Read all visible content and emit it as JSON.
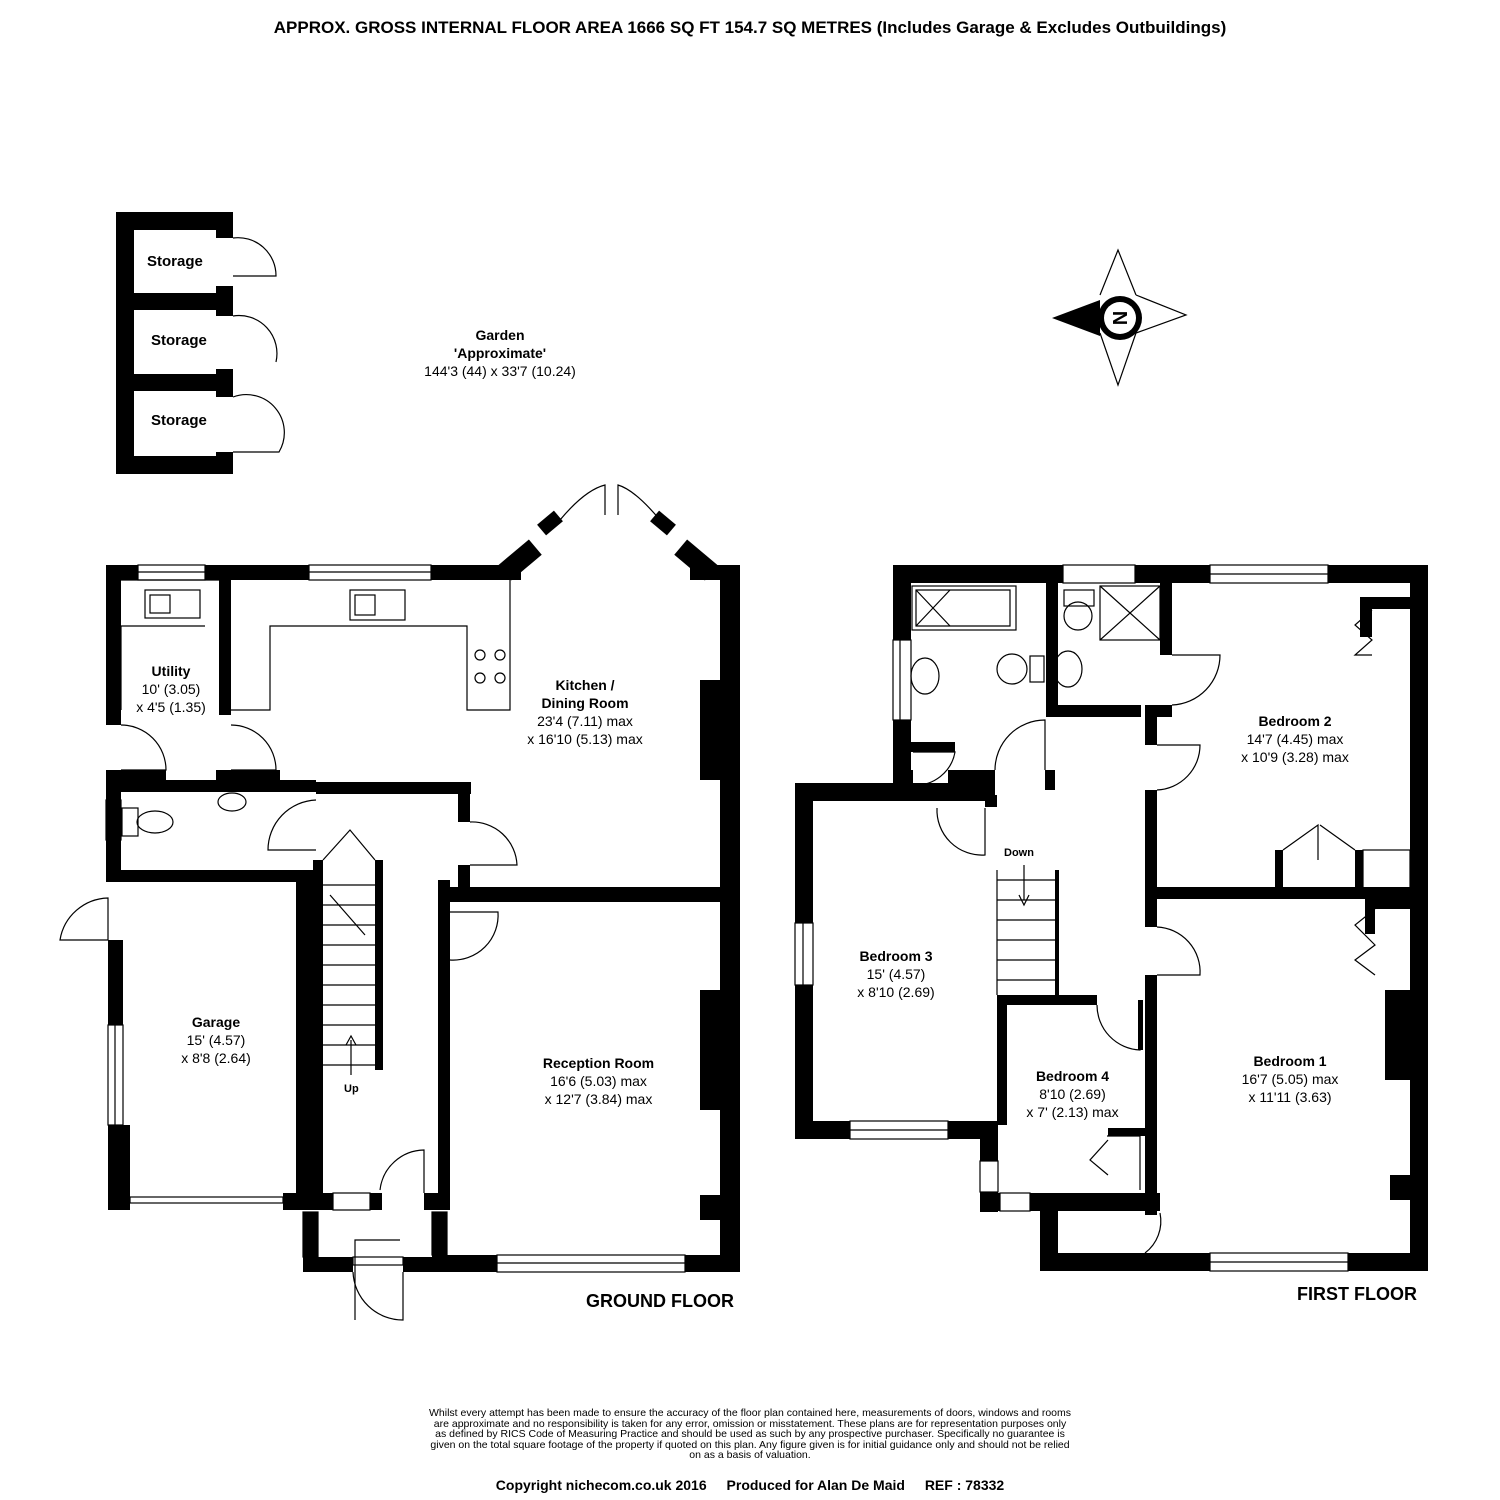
{
  "header": "APPROX. GROSS INTERNAL FLOOR AREA 1666 SQ FT 154.7 SQ METRES (Includes Garage & Excludes Outbuildings)",
  "compass": {
    "letter": "N"
  },
  "outbuildings": [
    "Storage",
    "Storage",
    "Storage"
  ],
  "garden": {
    "name": "Garden",
    "sub": "'Approximate'",
    "dims": "144'3 (44) x 33'7 (10.24)"
  },
  "ground_floor": {
    "label": "GROUND FLOOR",
    "rooms": {
      "utility": {
        "name": "Utility",
        "l1": "10' (3.05)",
        "l2": "x 4'5 (1.35)"
      },
      "kitchen": {
        "name1": "Kitchen /",
        "name2": "Dining Room",
        "l1": "23'4 (7.11) max",
        "l2": "x 16'10 (5.13) max"
      },
      "garage": {
        "name": "Garage",
        "l1": "15' (4.57)",
        "l2": "x 8'8 (2.64)"
      },
      "reception": {
        "name": "Reception Room",
        "l1": "16'6 (5.03) max",
        "l2": "x 12'7 (3.84) max"
      }
    },
    "stairs": "Up"
  },
  "first_floor": {
    "label": "FIRST FLOOR",
    "rooms": {
      "bedroom2": {
        "name": "Bedroom 2",
        "l1": "14'7 (4.45) max",
        "l2": "x 10'9 (3.28) max"
      },
      "bedroom3": {
        "name": "Bedroom 3",
        "l1": "15' (4.57)",
        "l2": "x 8'10 (2.69)"
      },
      "bedroom4": {
        "name": "Bedroom 4",
        "l1": "8'10 (2.69)",
        "l2": "x 7' (2.13) max"
      },
      "bedroom1": {
        "name": "Bedroom 1",
        "l1": "16'7 (5.05) max",
        "l2": "x 11'11 (3.63)"
      }
    },
    "stairs": "Down"
  },
  "disclaimer": [
    "Whilst every attempt has been made to ensure the accuracy of the floor plan contained here, measurements of doors, windows and rooms",
    "are approximate and no responsibility is taken for any error, omission or misstatement. These plans are for representation purposes only",
    "as defined by RICS Code of Measuring Practice and should be used as such by any prospective purchaser.  Specifically no guarantee is",
    "given on the total square footage of the property if quoted on this plan. Any figure given is for initial guidance only and should not be relied",
    "on as a basis of valuation."
  ],
  "footer": {
    "copyright": "Copyright nichecom.co.uk 2016",
    "produced": "Produced for Alan De Maid",
    "ref": "REF :  78332"
  }
}
